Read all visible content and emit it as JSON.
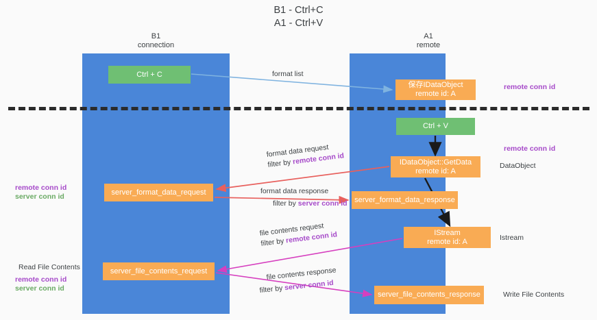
{
  "title": "B1 - Ctrl+C\nA1 - Ctrl+V",
  "lanes": {
    "b1": {
      "head": "B1\nconnection"
    },
    "a1": {
      "head": "A1\nremote"
    }
  },
  "nodes": {
    "ctrl_c": "Ctrl + C",
    "data_object": "保存IDataObject\nremote id: A",
    "ctrl_v": "Ctrl + V",
    "get_data": "IDataObject::GetData\nremote id: A",
    "format_data_request": "server_format_data_request",
    "format_data_response": "server_format_data_response",
    "istream": "IStream\nremote id: A",
    "file_contents_request": "server_file_contents_request",
    "file_contents_response": "server_file_contents_response"
  },
  "annotations": {
    "format_list": "format list",
    "format_data_request": "format data request",
    "format_data_request_filter_prefix": "filter by ",
    "format_data_request_filter_key": "remote conn id",
    "format_data_response": "format data response",
    "format_data_response_filter_prefix": "filter by ",
    "format_data_response_filter_key": "server conn id",
    "file_contents_request": "file contents request",
    "file_contents_request_filter_prefix": "filter by ",
    "file_contents_request_filter_key": "remote conn id",
    "file_contents_response": "file contents response",
    "file_contents_response_filter_prefix": "filter by ",
    "file_contents_response_filter_key": "server conn id"
  },
  "side_labels": {
    "right_remote_conn_id_top": "remote conn id",
    "right_remote_conn_id_mid": "remote conn id",
    "right_dataobject": "DataObject",
    "right_istream": "Istream",
    "right_write_file_contents": "Write File Contents",
    "left_read_file_contents": "Read File Contents",
    "left_remote_conn_id_mid": "remote conn id",
    "left_server_conn_id_mid": "server conn id",
    "left_remote_conn_id_bottom": "remote conn id",
    "left_server_conn_id_bottom": "server conn id"
  },
  "colors": {
    "lane_blue": "#4a86d8",
    "node_green": "#6fbf73",
    "node_orange": "#f9ab54",
    "accent_purple": "#a64ac9",
    "accent_green": "#6aaa64",
    "arrow_red": "#e8605d",
    "arrow_magenta": "#d63fbf",
    "arrow_lightblue": "#7fb3e0",
    "arrow_black": "#1a1a1a",
    "divider": "#2b2b2b",
    "background": "#fafafa"
  }
}
